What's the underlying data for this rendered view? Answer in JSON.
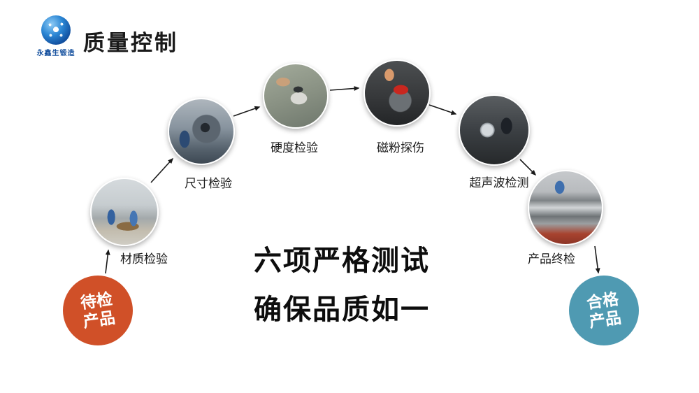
{
  "header": {
    "logo_text": "永鑫生锻造",
    "title": "质量控制"
  },
  "steps": [
    {
      "label": "材质检验"
    },
    {
      "label": "尺寸检验"
    },
    {
      "label": "硬度检验"
    },
    {
      "label": "磁粉探伤"
    },
    {
      "label": "超声波检测"
    },
    {
      "label": "产品终检"
    }
  ],
  "start_node": {
    "line1": "待检",
    "line2": "产品"
  },
  "end_node": {
    "line1": "合格",
    "line2": "产品"
  },
  "headline": {
    "line1": "六项严格测试",
    "line2": "确保品质如一"
  },
  "colors": {
    "start_node": "#d05028",
    "end_node": "#4f9ab2",
    "logo_blue": "#15509e",
    "text": "#1a1a1a"
  }
}
